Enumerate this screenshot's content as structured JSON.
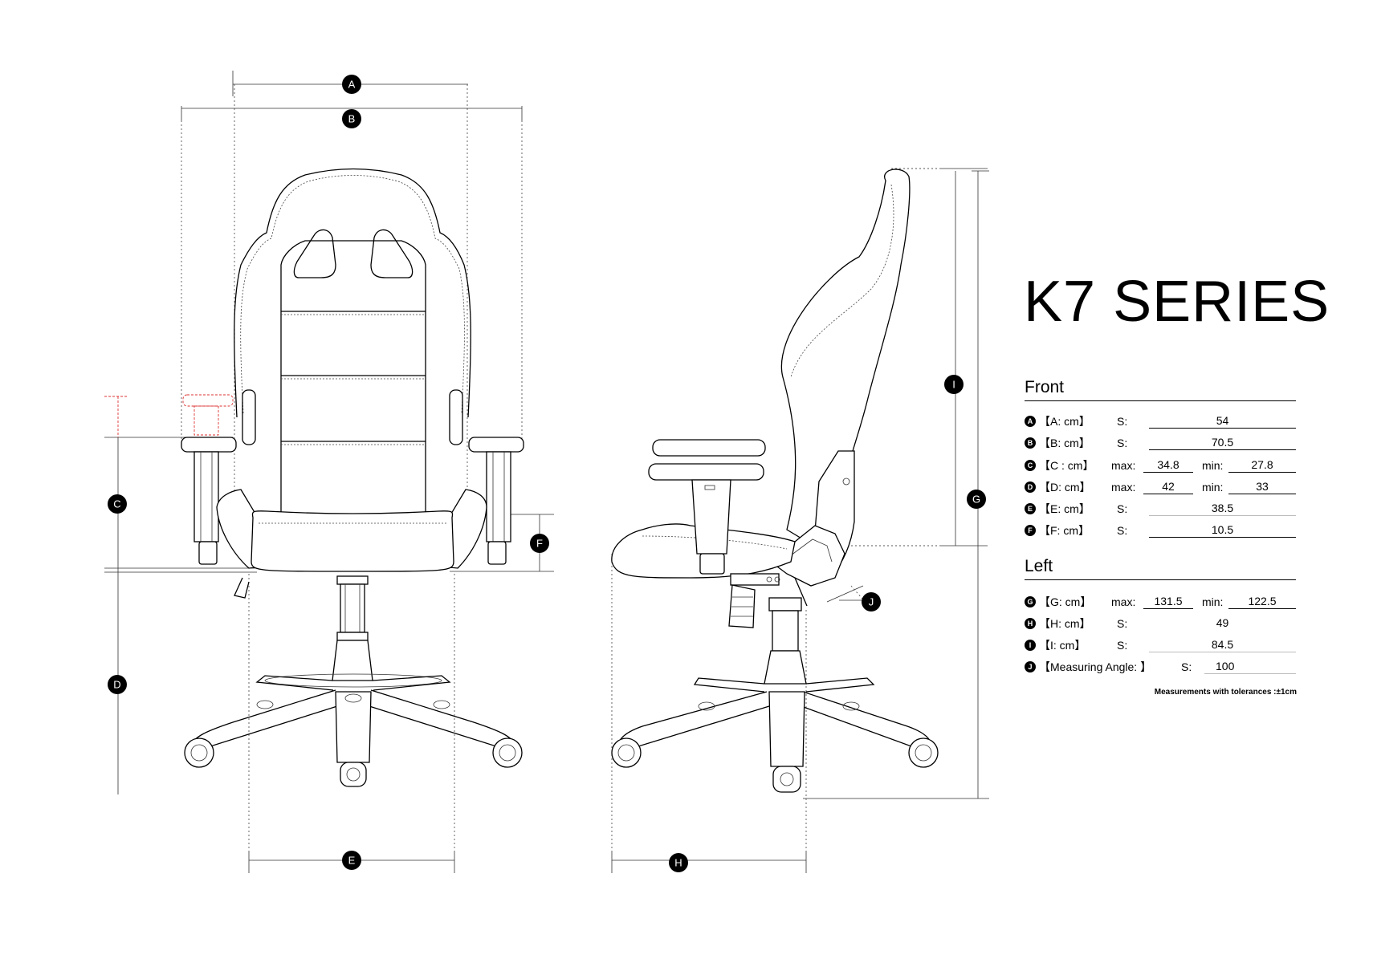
{
  "title": "K7 SERIES",
  "labels": {
    "A": "A",
    "B": "B",
    "C": "C",
    "D": "D",
    "E": "E",
    "F": "F",
    "G": "G",
    "H": "H",
    "I": "I",
    "J": "J"
  },
  "front": {
    "heading": "Front",
    "rows": [
      {
        "badge": "A",
        "label": "【A:  cm】",
        "s_label": "S:",
        "value": "54"
      },
      {
        "badge": "B",
        "label": "【B:  cm】",
        "s_label": "S:",
        "value": "70.5"
      },
      {
        "badge": "C",
        "label": "【C :  cm】",
        "max_label": "max:",
        "max": "34.8",
        "min_label": "min:",
        "min": "27.8"
      },
      {
        "badge": "D",
        "label": "【D:  cm】",
        "max_label": "max:",
        "max": "42",
        "min_label": "min:",
        "min": "33"
      },
      {
        "badge": "E",
        "label": "【E:  cm】",
        "s_label": "S:",
        "value": "38.5"
      },
      {
        "badge": "F",
        "label": "【F:  cm】",
        "s_label": "S:",
        "value": "10.5"
      }
    ]
  },
  "left": {
    "heading": "Left",
    "rows": [
      {
        "badge": "G",
        "label": "【G:  cm】",
        "max_label": "max:",
        "max": "131.5",
        "min_label": "min:",
        "min": "122.5"
      },
      {
        "badge": "H",
        "label": "【H:  cm】",
        "s_label": "S:",
        "value": "49"
      },
      {
        "badge": "I",
        "label": "【I:  cm】",
        "s_label": "S:",
        "value": "84.5"
      },
      {
        "badge": "J",
        "label": "【Measuring Angle: 】",
        "s_label": "S:",
        "value": "100"
      }
    ]
  },
  "note": "Measurements with tolerances :±1cm"
}
